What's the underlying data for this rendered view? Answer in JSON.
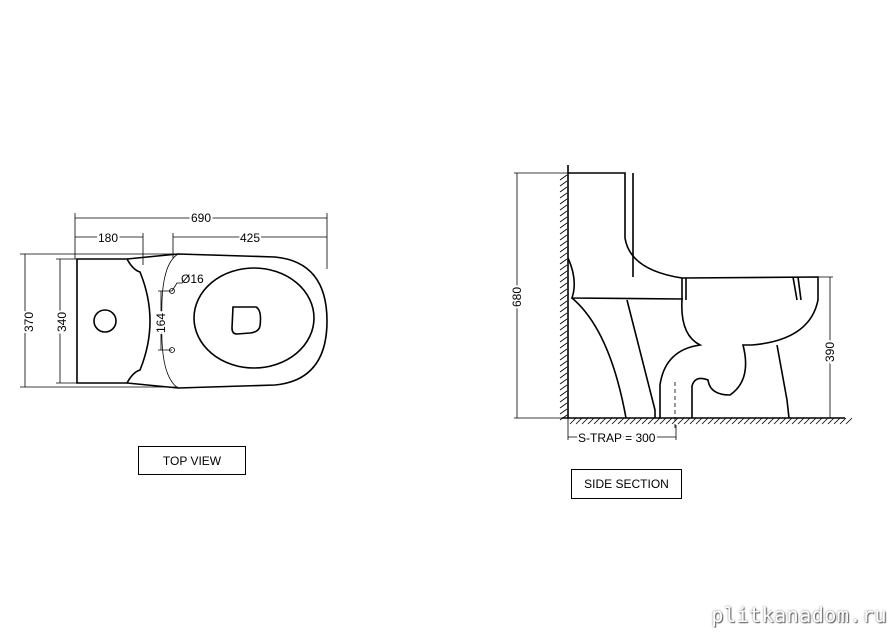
{
  "top_view": {
    "label": "TOP VIEW",
    "dims": {
      "overall_length": "690",
      "tank_depth": "180",
      "bowl_length": "425",
      "overall_width": "370",
      "tank_width": "340",
      "bolt_spacing": "164",
      "bolt_hole": "Ø16"
    }
  },
  "side_section": {
    "label": "SIDE SECTION",
    "dims": {
      "height": "680",
      "seat_height": "390",
      "trap": "S-TRAP = 300"
    }
  },
  "watermark": "plitkanadom.ru"
}
